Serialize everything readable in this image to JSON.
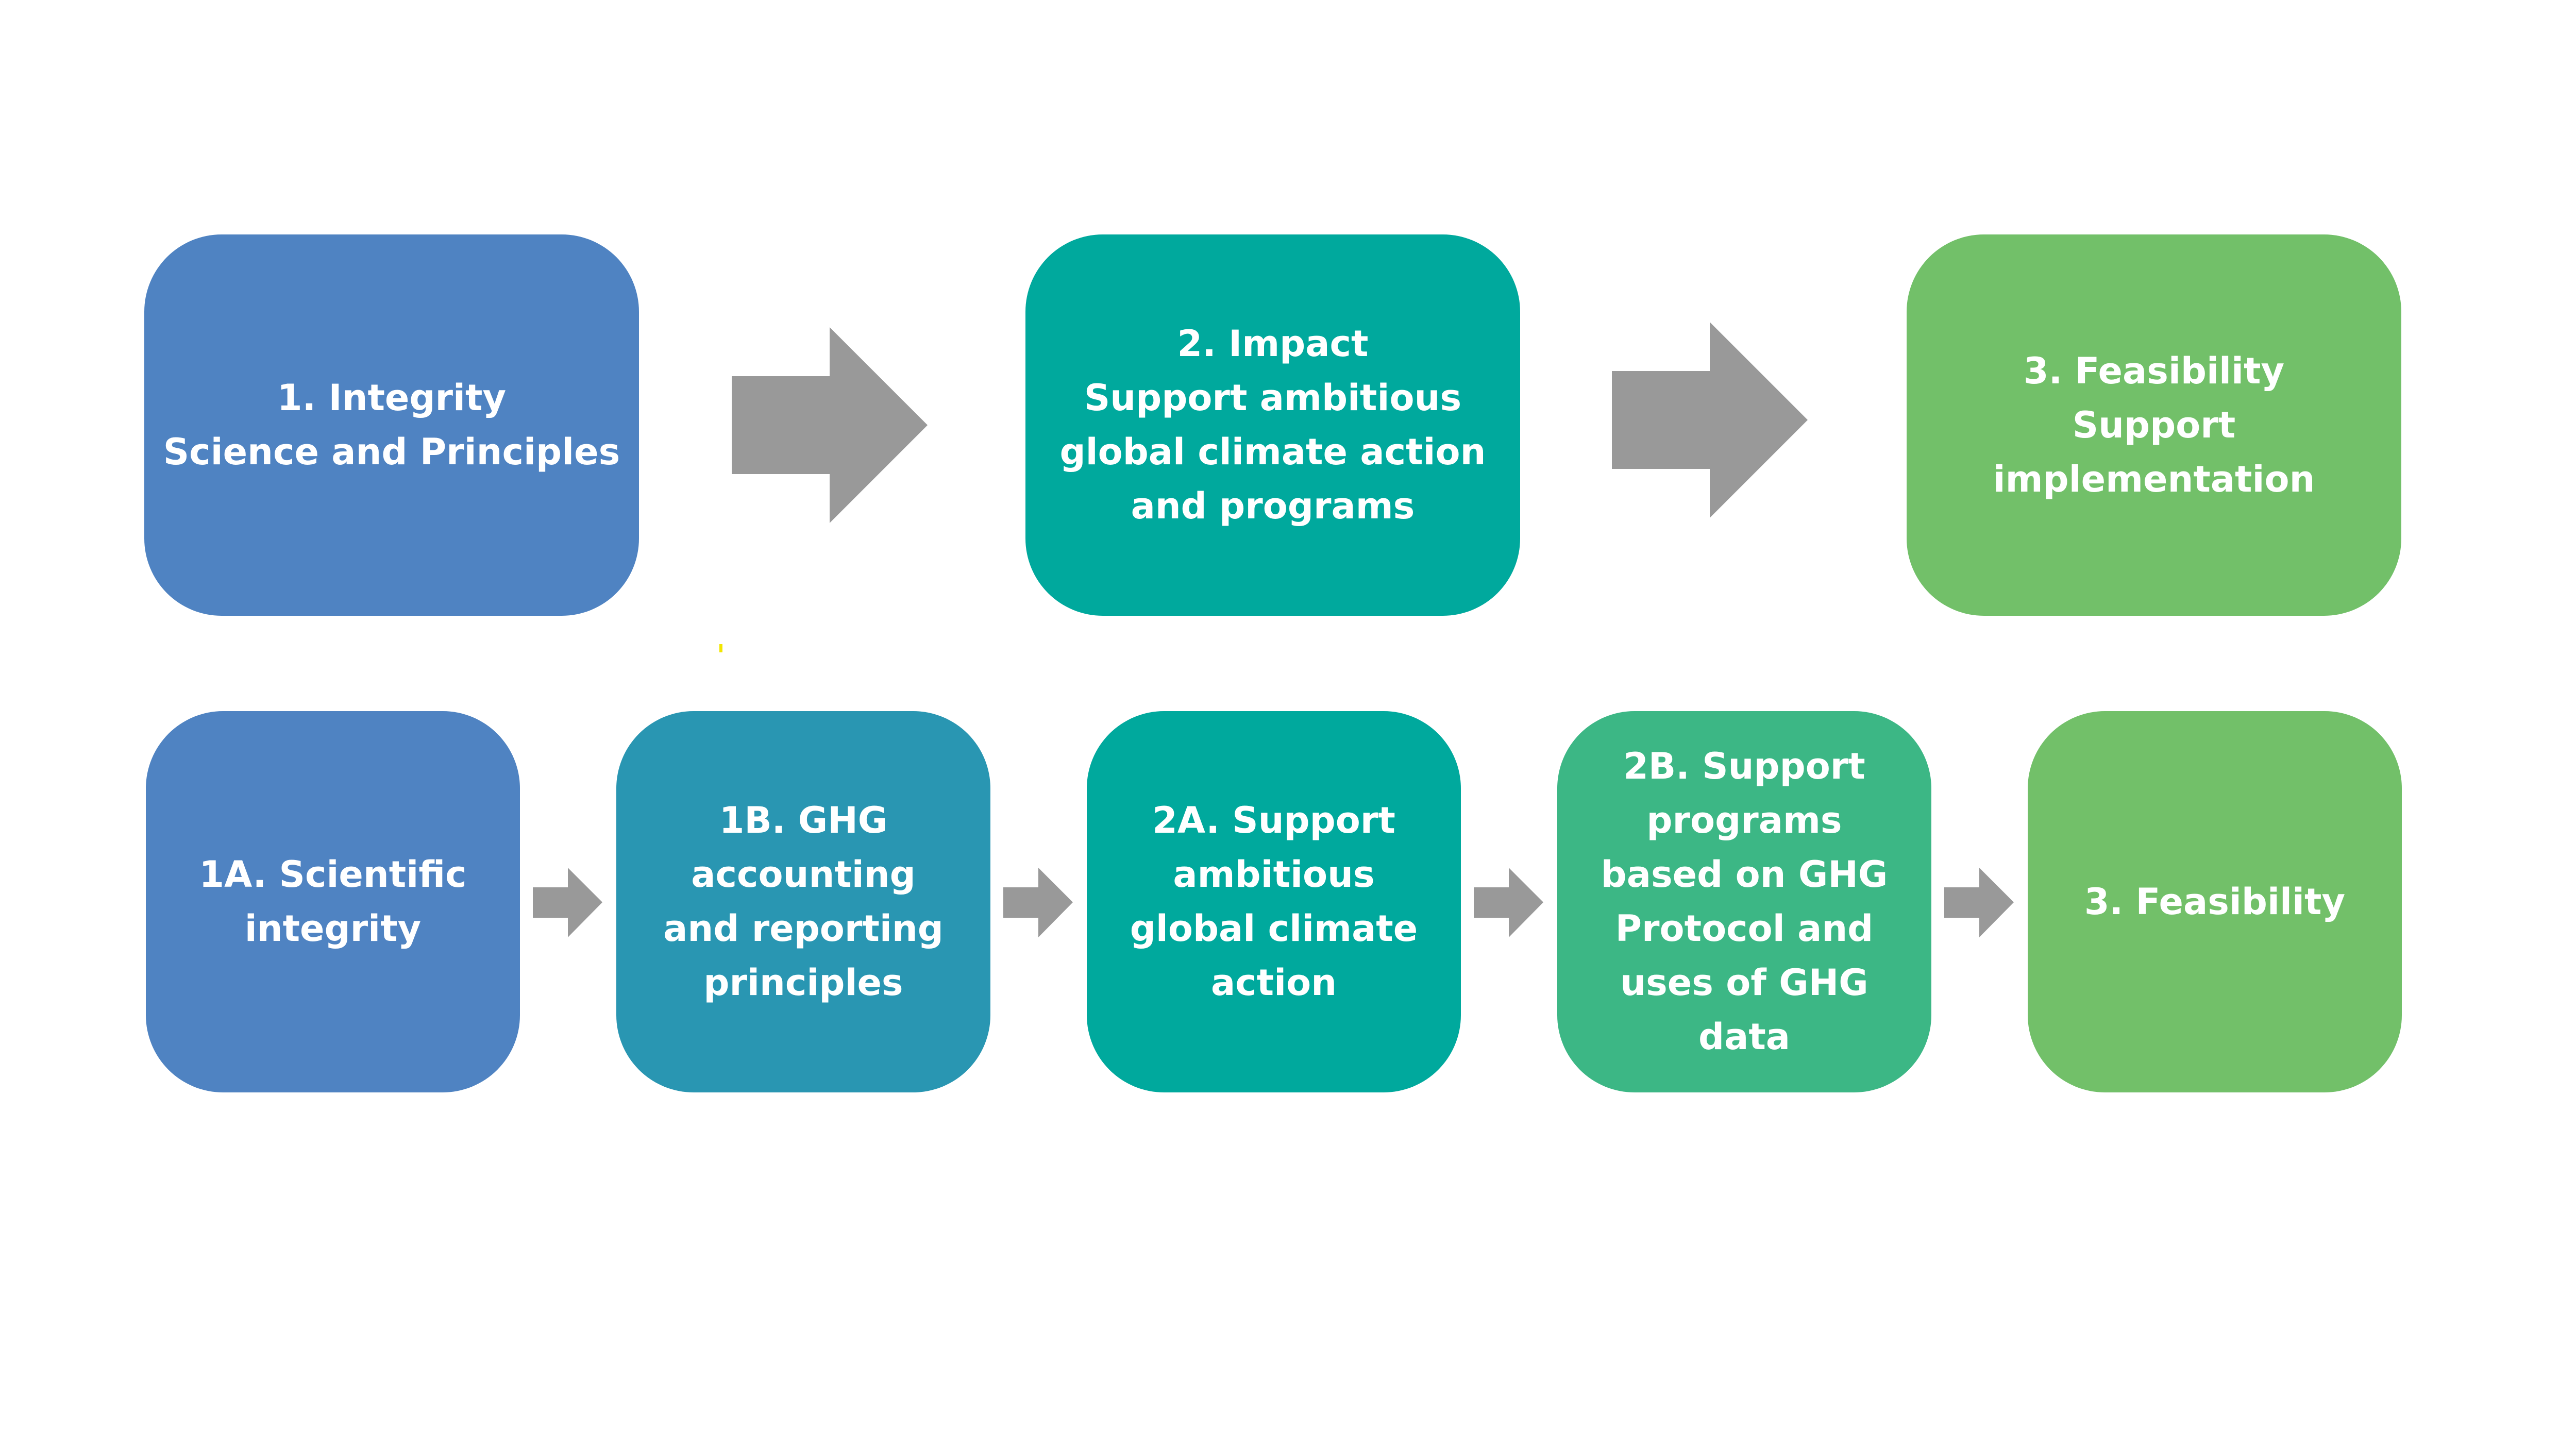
{
  "colors": {
    "integrity": "#4F83C2",
    "accounting": "#2996B2",
    "impact": "#00A99D",
    "programs": "#3CB785",
    "feasibility": "#72C069",
    "arrow": "#999999",
    "text": "#FFFFFF"
  },
  "top_row": [
    {
      "id": "1",
      "label": "1. Integrity\nScience and Principles",
      "color_key": "integrity"
    },
    {
      "id": "2",
      "label": "2. Impact\nSupport ambitious\nglobal climate action\nand programs",
      "color_key": "impact"
    },
    {
      "id": "3",
      "label": "3. Feasibility\nSupport implementation",
      "color_key": "feasibility"
    }
  ],
  "bottom_row": [
    {
      "id": "1A",
      "label": "1A. Scientific\nintegrity",
      "color_key": "integrity"
    },
    {
      "id": "1B",
      "label": "1B. GHG\naccounting\nand reporting\nprinciples",
      "color_key": "accounting"
    },
    {
      "id": "2A",
      "label": "2A. Support\nambitious\nglobal climate\naction",
      "color_key": "impact"
    },
    {
      "id": "2B",
      "label": "2B. Support\nprograms\nbased on GHG\nProtocol and\nuses of GHG\ndata",
      "color_key": "programs"
    },
    {
      "id": "3",
      "label": "3. Feasibility",
      "color_key": "feasibility"
    }
  ],
  "icons": {
    "arrow": "right-arrow-icon"
  }
}
